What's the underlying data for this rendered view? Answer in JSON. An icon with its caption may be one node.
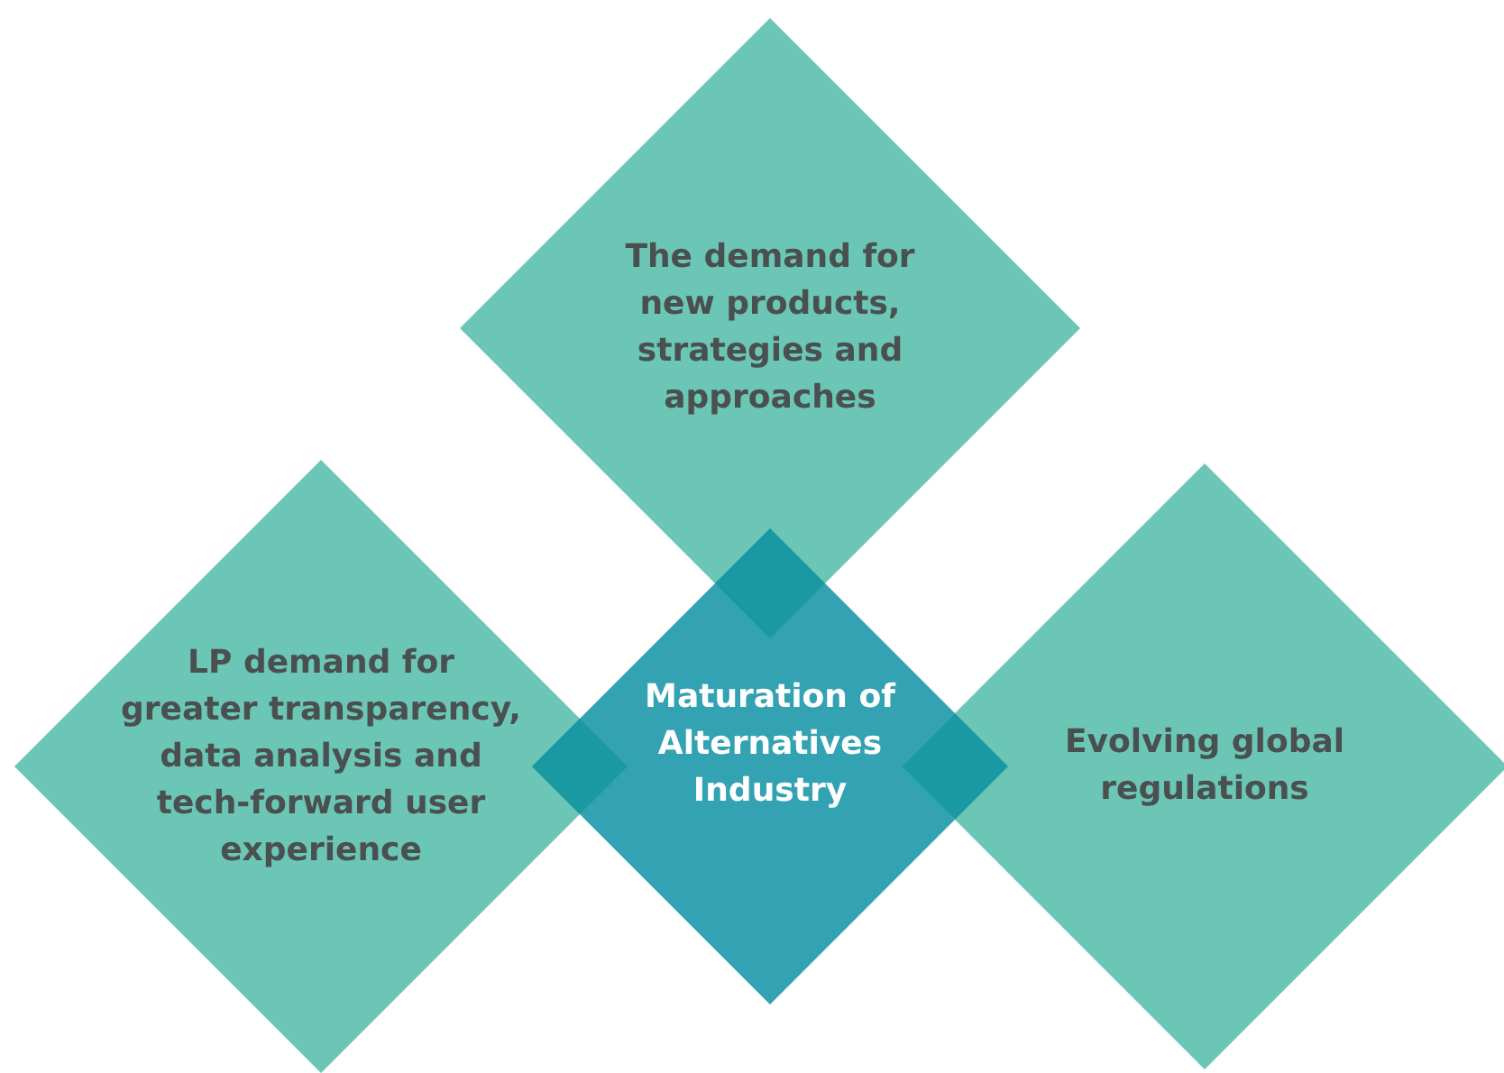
{
  "diagram": {
    "nodes": [
      {
        "text": [
          "The demand for new products, strategies and approaches"
        ]
      },
      {
        "text": [
          "LP demand for greater transparency, data analysis and tech-forward user experience"
        ]
      },
      {
        "text": [
          "Maturation of Alternatives Industry"
        ]
      },
      {
        "text": [
          "Evolving global regulations"
        ]
      }
    ]
  }
}
